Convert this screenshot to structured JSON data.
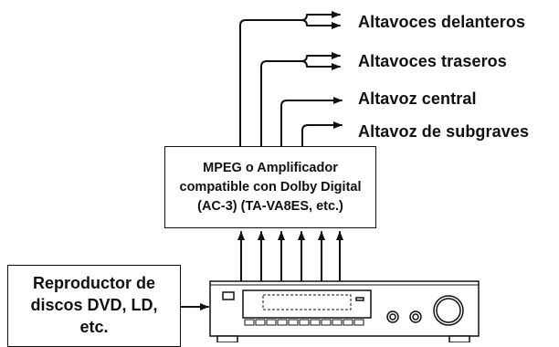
{
  "outputs": [
    {
      "label": "Altavoces delanteros"
    },
    {
      "label": "Altavoces traseros"
    },
    {
      "label": "Altavoz central"
    },
    {
      "label": "Altavoz de subgraves"
    }
  ],
  "amplifier": {
    "lines": [
      "MPEG o Amplificador",
      "compatible con Dolby Digital",
      "(AC-3) (TA-VA8ES, etc.)"
    ]
  },
  "source": {
    "lines": [
      "Reproductor de",
      "discos DVD, LD,",
      "etc."
    ]
  },
  "colors": {
    "line": "#111111",
    "background": "#ffffff"
  }
}
